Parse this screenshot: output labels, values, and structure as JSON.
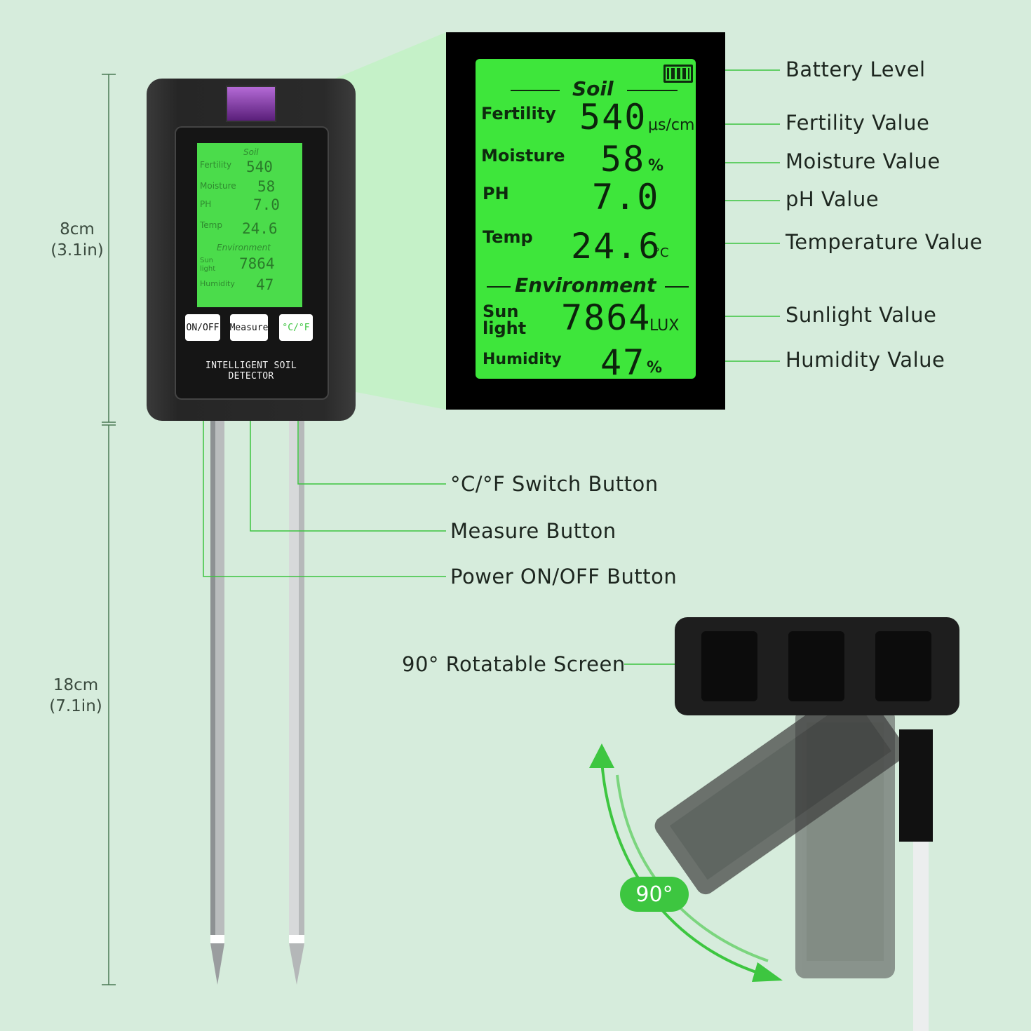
{
  "dimensions": {
    "top": {
      "cm": "8cm",
      "in": "(3.1in)"
    },
    "bottom": {
      "cm": "18cm",
      "in": "(7.1in)"
    }
  },
  "device": {
    "buttons": {
      "power": "ON/OFF",
      "measure": "Measure",
      "unit": "°C/°F"
    },
    "brand": "INTELLIGENT SOIL DETECTOR"
  },
  "screen": {
    "soil_header": "Soil",
    "environment_header": "Environment",
    "fertility": {
      "label": "Fertility",
      "value": "540",
      "unit": "μs/cm"
    },
    "moisture": {
      "label": "Moisture",
      "value": "58",
      "unit": "%"
    },
    "ph": {
      "label": "PH",
      "value": "7.0"
    },
    "temp": {
      "label": "Temp",
      "value": "24.6",
      "unit": "°C"
    },
    "sunlight": {
      "label_line1": "Sun",
      "label_line2": "light",
      "value": "7864",
      "unit": "LUX"
    },
    "humidity": {
      "label": "Humidity",
      "value": "47",
      "unit": "%"
    }
  },
  "callouts": {
    "battery": "Battery Level",
    "fertility": "Fertility Value",
    "moisture": "Moisture Value",
    "ph": "pH Value",
    "temperature": "Temperature Value",
    "sunlight": "Sunlight Value",
    "humidity": "Humidity Value",
    "unit_switch": "°C/°F Switch Button",
    "measure": "Measure Button",
    "power": "Power ON/OFF Button",
    "rotatable": "90° Rotatable Screen"
  },
  "rotation_angle": "90°",
  "colors": {
    "accent": "#3dc640",
    "lcd": "#3ee63b",
    "background": "#d6ecdc"
  }
}
